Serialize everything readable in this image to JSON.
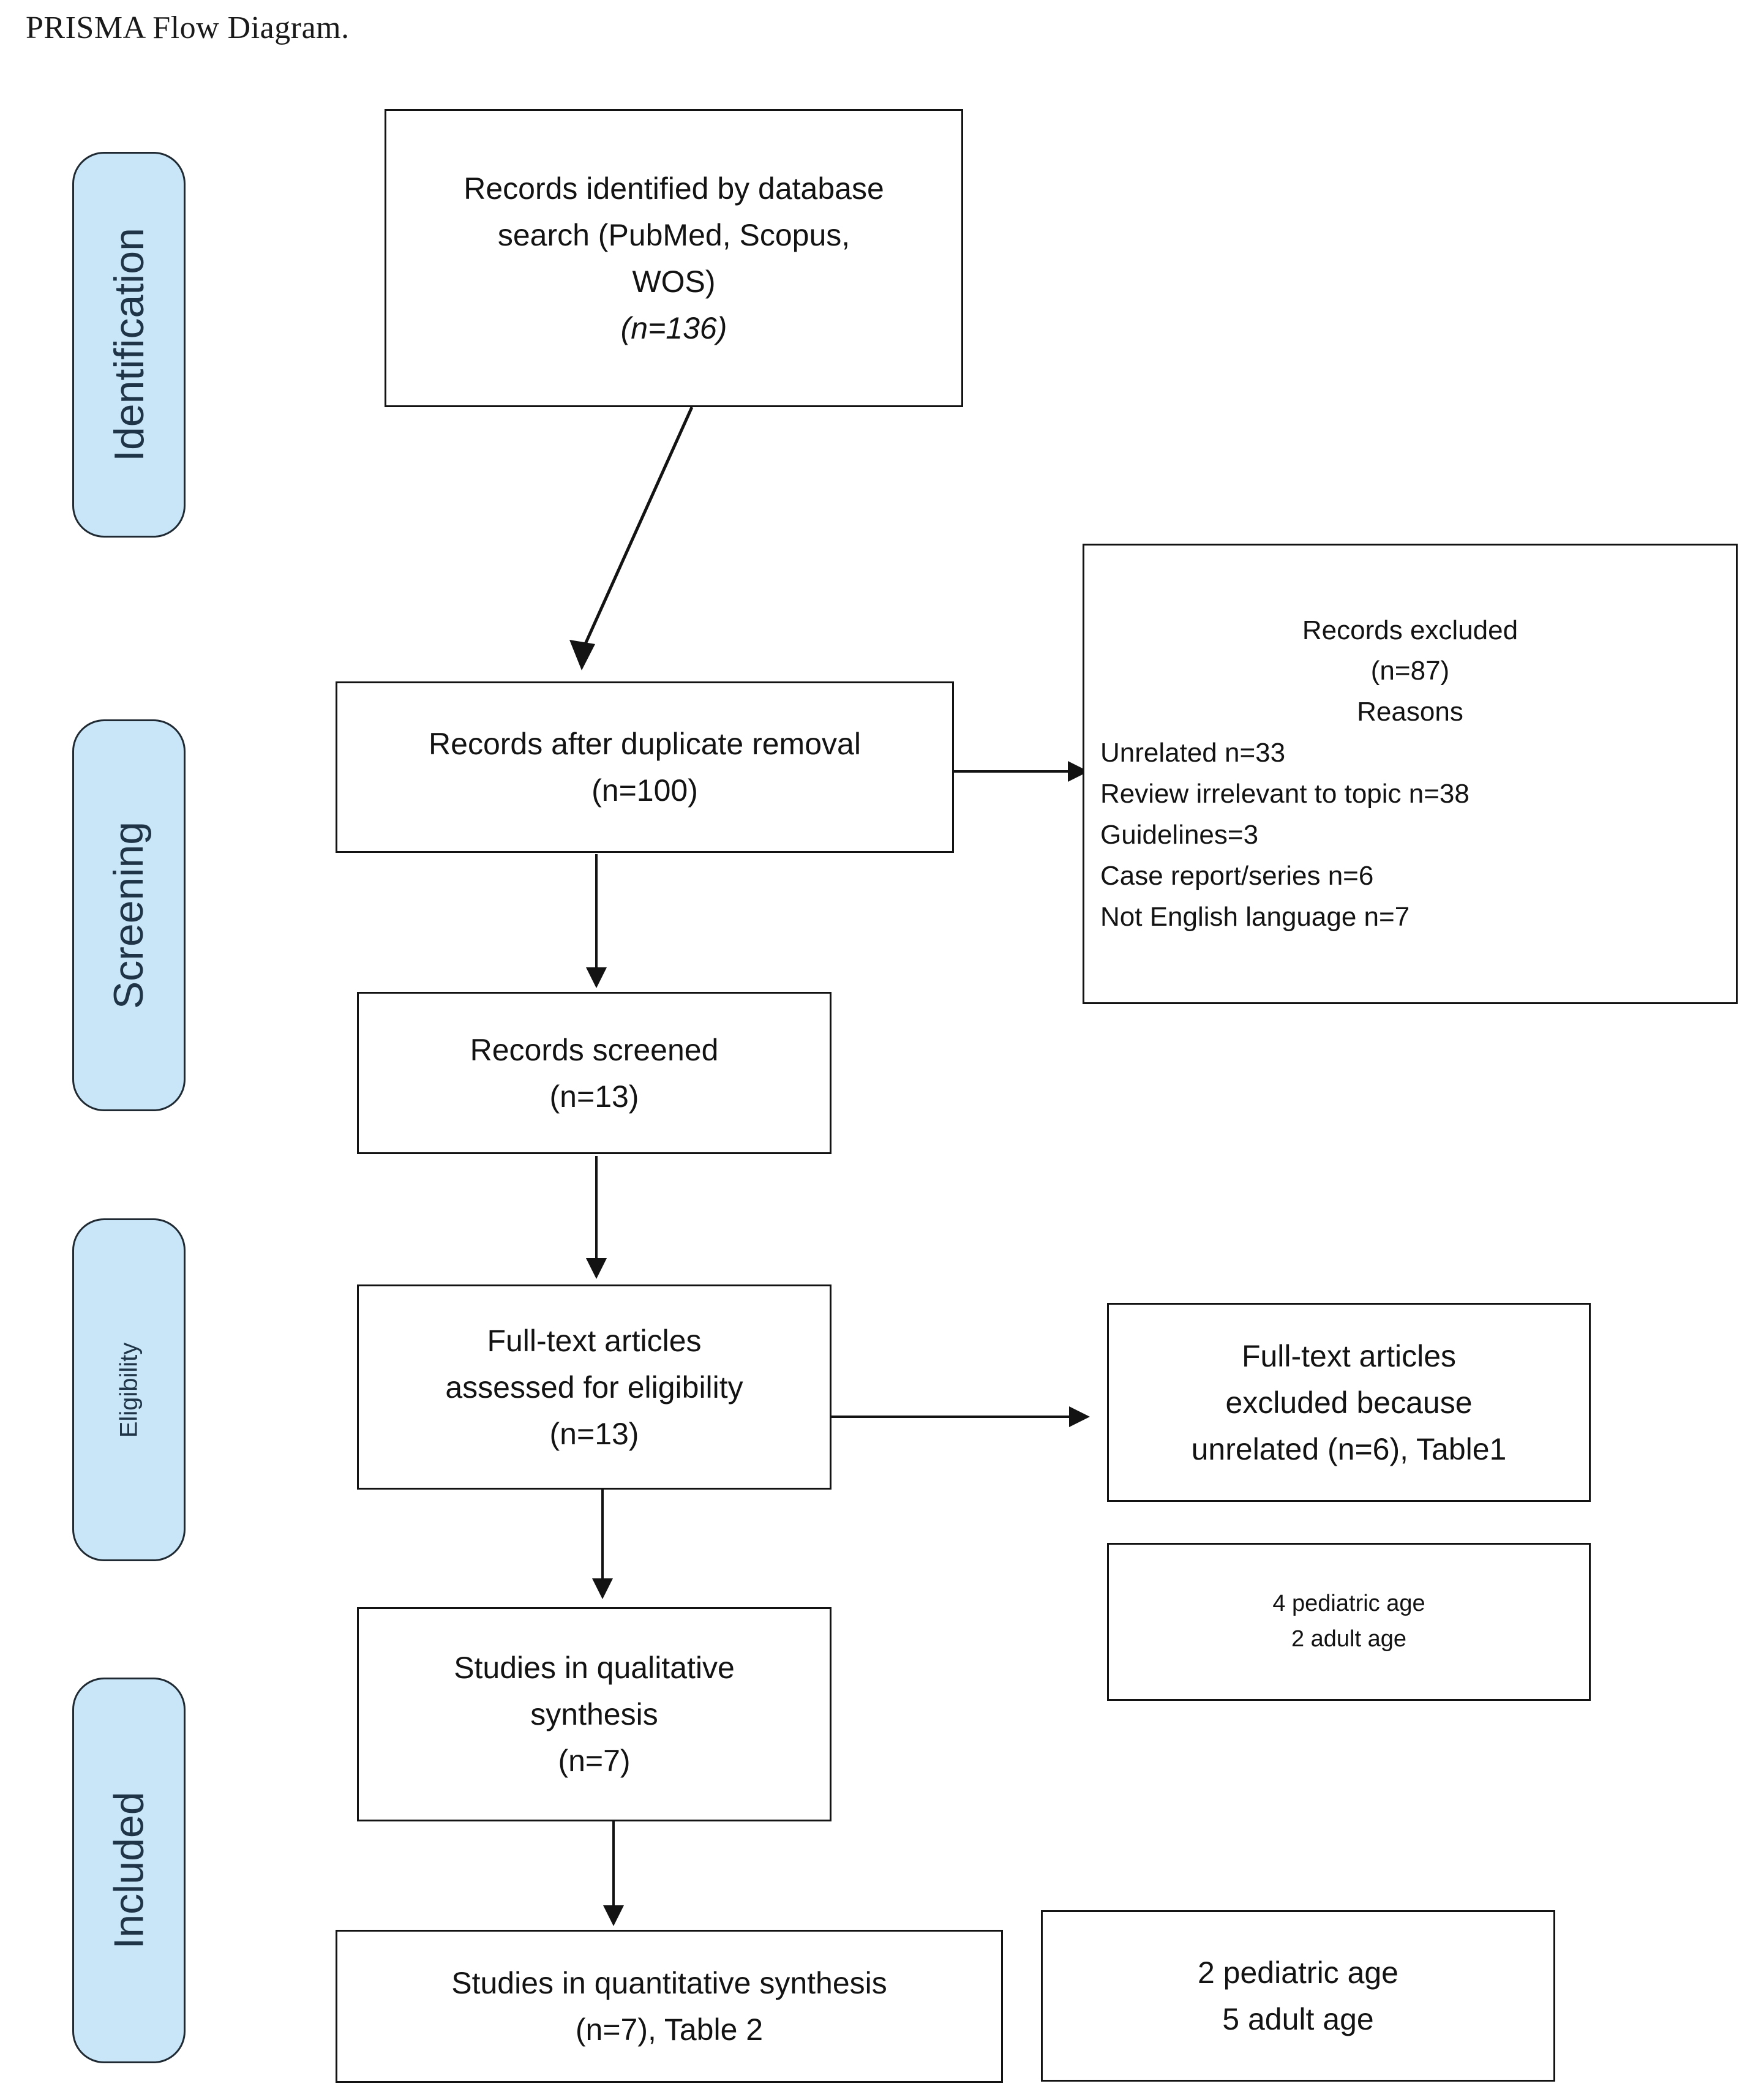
{
  "caption": "PRISMA Flow Diagram.",
  "stages": [
    {
      "id": "identification",
      "label": "Identification"
    },
    {
      "id": "screening",
      "label": "Screening"
    },
    {
      "id": "eligibility",
      "label": "Eligibility"
    },
    {
      "id": "included",
      "label": "Included"
    }
  ],
  "boxes": {
    "records_identified": {
      "line1": "Records identified by database",
      "line2": "search (PubMed, Scopus,",
      "line3": "WOS)",
      "count": "(n=136)"
    },
    "records_after_duplicates": {
      "line1": "Records after duplicate removal",
      "count": "(n=100)"
    },
    "records_excluded": {
      "title": "Records excluded",
      "count": "(n=87)",
      "reasons_header": "Reasons",
      "reasons": [
        "Unrelated n=33",
        "Review irrelevant to topic n=38",
        "Guidelines=3",
        "Case report/series n=6",
        "Not English language n=7"
      ]
    },
    "records_screened": {
      "line1": "Records screened",
      "count": "(n=13)"
    },
    "fulltext_assessed": {
      "line1": "Full-text articles",
      "line2": "assessed for eligibility",
      "count": "(n=13)"
    },
    "fulltext_excluded": {
      "line1": "Full-text articles",
      "line2": "excluded because",
      "line3": "unrelated (n=6), Table1"
    },
    "excluded_breakdown": {
      "line1": "4 pediatric age",
      "line2": "2 adult age"
    },
    "qualitative_synthesis": {
      "line1": "Studies in qualitative",
      "line2": "synthesis",
      "count": "(n=7)"
    },
    "quantitative_synthesis": {
      "line1": "Studies in quantitative synthesis",
      "line2": "(n=7), Table 2"
    },
    "included_breakdown": {
      "line1": "2 pediatric age",
      "line2": "5 adult age"
    }
  },
  "colors": {
    "stage_fill": "#c9e6f9",
    "stage_border": "#1f2a33",
    "stage_text": "#1f3446",
    "box_border": "#131313",
    "box_text": "#131313",
    "background": "#ffffff"
  }
}
